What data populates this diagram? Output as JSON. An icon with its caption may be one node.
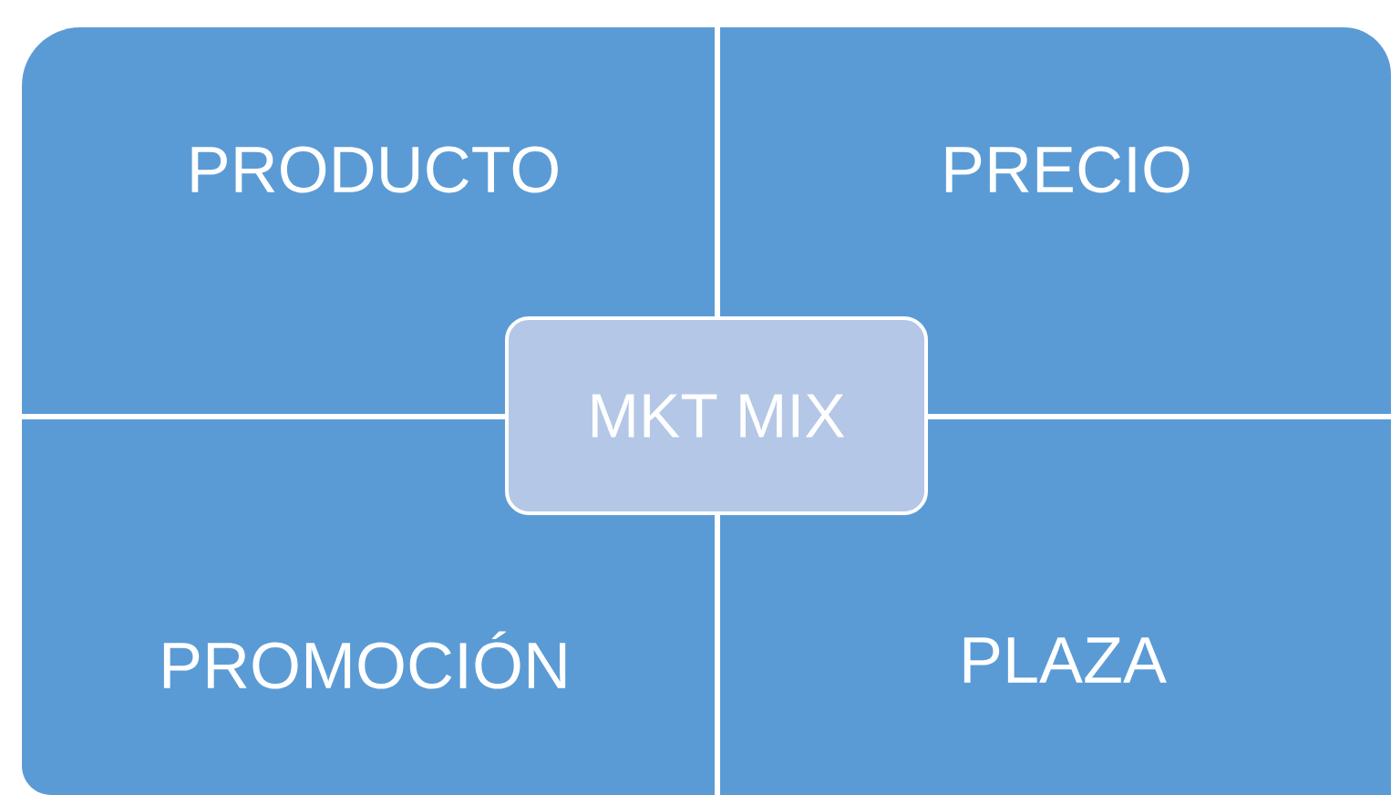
{
  "diagram": {
    "nodes": [
      {
        "text": [
          "PRODUCTO"
        ]
      },
      {
        "text": [
          "PRECIO"
        ]
      },
      {
        "text": [
          "PROMOCIÓN"
        ]
      },
      {
        "text": [
          "PLAZA"
        ]
      },
      {
        "text": [
          "MKT MIX"
        ]
      }
    ]
  }
}
